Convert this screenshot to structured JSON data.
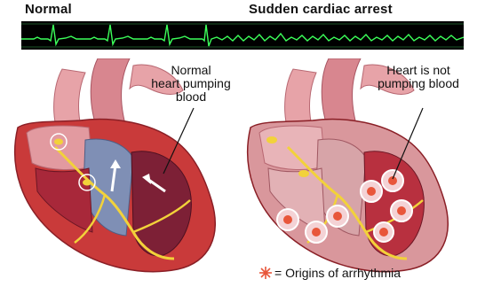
{
  "labels": {
    "normal": "Normal",
    "sudden_cardiac_arrest": "Sudden cardiac arrest"
  },
  "callouts": {
    "normal_heart": [
      "Normal",
      "heart pumping",
      "blood"
    ],
    "arrest_heart": [
      "Heart is not",
      "pumping blood"
    ]
  },
  "legend": {
    "text": "= Origins of arrhythmia"
  },
  "colors": {
    "ecg_background": "#000000",
    "ecg_trace": "#3cff5a",
    "heart_muscle": "#c93a3a",
    "heart_chamber": "#7d2036",
    "vessel_pink": "#e7a3a8",
    "blue_chamber": "#7f8fb5",
    "conduction_yellow": "#f2d23a",
    "arrhythmia_marker": "#e8563a"
  },
  "icons": {
    "arrhythmia_marker": "starburst-icon"
  }
}
